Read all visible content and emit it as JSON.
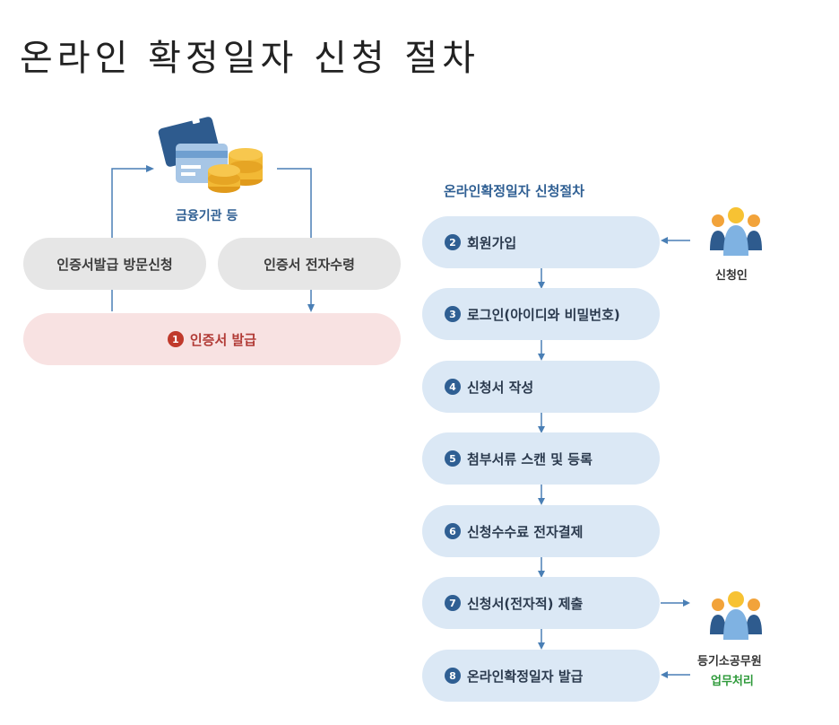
{
  "title": "온라인 확정일자 신청 절차",
  "left": {
    "institution_label": "금융기관 등",
    "visit_label": "인증서발급 방문신청",
    "electronic_label": "인증서 전자수령",
    "issue": {
      "number": "1",
      "label": "인증서 발급"
    }
  },
  "right": {
    "process_title": "온라인확정일자 신청절차",
    "steps": [
      {
        "number": "2",
        "label": "회원가입"
      },
      {
        "number": "3",
        "label": "로그인(아이디와 비밀번호)"
      },
      {
        "number": "4",
        "label": "신청서 작성"
      },
      {
        "number": "5",
        "label": "첨부서류 스캔 및 등록"
      },
      {
        "number": "6",
        "label": "신청수수료 전자결제"
      },
      {
        "number": "7",
        "label": "신청서(전자적) 제출"
      },
      {
        "number": "8",
        "label": "온라인확정일자 발급"
      }
    ],
    "applicant_label": "신청인",
    "clerk_label_line1": "등기소공무원",
    "clerk_label_line2": "업무처리"
  },
  "colors": {
    "flow_line": "#4a7fb5",
    "step_fill": "#dbe8f5",
    "badge_blue": "#2f5f93",
    "badge_red": "#c0392b",
    "issue_fill": "#f8e2e2",
    "grey_fill": "#e6e6e6",
    "clerk_text": "#2e9a3a"
  },
  "icons": [
    "credit-card-icon",
    "coin-stack-icon",
    "applicant-people-icon",
    "clerk-people-icon"
  ]
}
